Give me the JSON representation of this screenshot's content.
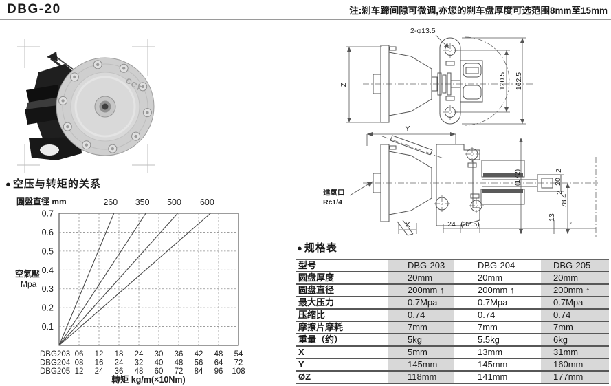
{
  "header": {
    "title": "DBG-20",
    "note": "注:刹车蹄间隙可微调,亦您的刹车盘厚度可选范围8mm至15mm"
  },
  "photo": {
    "brand_marking": "CCT"
  },
  "torque_section": {
    "bullet": "●",
    "title": "空压与转矩的关系"
  },
  "chart_data": {
    "type": "line",
    "title": "空压与转矩的关系",
    "top_axis_label": "圓盤直徑 mm",
    "ylabel_line1": "空氣壓",
    "ylabel_line2": "Mpa",
    "xlabel": "轉矩 kg/m(×10Nm)",
    "y_ticks": [
      "0.7",
      "0.6",
      "0.5",
      "0.4",
      "0.3",
      "0.2",
      "0.1"
    ],
    "ylim": [
      0,
      0.7
    ],
    "x_columns": 9,
    "grid": "dashed",
    "series": [
      {
        "name": "260",
        "points": [
          [
            0,
            0
          ],
          [
            2.75,
            0.7
          ]
        ],
        "top_intersect_col": 2.75
      },
      {
        "name": "350",
        "points": [
          [
            0,
            0
          ],
          [
            4.35,
            0.7
          ]
        ],
        "top_intersect_col": 4.35
      },
      {
        "name": "500",
        "points": [
          [
            0,
            0
          ],
          [
            5.95,
            0.7
          ]
        ],
        "top_intersect_col": 5.95
      },
      {
        "name": "600",
        "points": [
          [
            0,
            0
          ],
          [
            7.6,
            0.7
          ]
        ],
        "top_intersect_col": 7.6
      }
    ],
    "torque_rows": [
      {
        "model": "DBG203",
        "values": [
          "06",
          "12",
          "18",
          "24",
          "30",
          "36",
          "42",
          "48",
          "54"
        ]
      },
      {
        "model": "DBG204",
        "values": [
          "08",
          "16",
          "24",
          "32",
          "40",
          "48",
          "56",
          "64",
          "72"
        ]
      },
      {
        "model": "DBG205",
        "values": [
          "12",
          "24",
          "36",
          "48",
          "60",
          "72",
          "84",
          "96",
          "108"
        ]
      }
    ]
  },
  "drawing": {
    "top_view": {
      "hole_dim": "2-φ13.5",
      "dim_z": "Z",
      "dim_120_5": "120.5",
      "dim_162_5": "162.5"
    },
    "side_view": {
      "dim_y": "Y",
      "air_inlet_line1": "進氣口",
      "air_inlet_line2": "Rc1/4",
      "dim_2_top": "2",
      "dim_20": "20",
      "dim_2_bot": "2",
      "dim_172": "(172)",
      "dim_78_4": "78.4",
      "dim_13": "13",
      "dim_24": "24",
      "dim_32_5": "(32.5)",
      "dim_r": "r",
      "dim_x": "X"
    }
  },
  "spec_section": {
    "bullet": "●",
    "title": "规格表"
  },
  "spec_table": {
    "columns": [
      "型号",
      "DBG-203",
      "DBG-204",
      "DBG-205"
    ],
    "rows": [
      {
        "label": "圆盘厚度",
        "values": [
          "20mm",
          "20mm",
          "20mm"
        ]
      },
      {
        "label": "圆盘直径",
        "values": [
          "200mm ↑",
          "200mm ↑",
          "200mm ↑"
        ]
      },
      {
        "label": "最大压力",
        "values": [
          "0.7Mpa",
          "0.7Mpa",
          "0.7Mpa"
        ]
      },
      {
        "label": "压缩比",
        "values": [
          "0.74",
          "0.74",
          "0.74"
        ]
      },
      {
        "label": "摩擦片摩耗",
        "values": [
          "7mm",
          "7mm",
          "7mm"
        ]
      },
      {
        "label": "重量（约）",
        "values": [
          "5kg",
          "5.5kg",
          "6kg"
        ]
      },
      {
        "label": "X",
        "values": [
          "5mm",
          "13mm",
          "31mm"
        ]
      },
      {
        "label": "Y",
        "values": [
          "145mm",
          "145mm",
          "160mm"
        ]
      },
      {
        "label": "ØZ",
        "values": [
          "118mm",
          "141mm",
          "177mm"
        ]
      }
    ]
  }
}
